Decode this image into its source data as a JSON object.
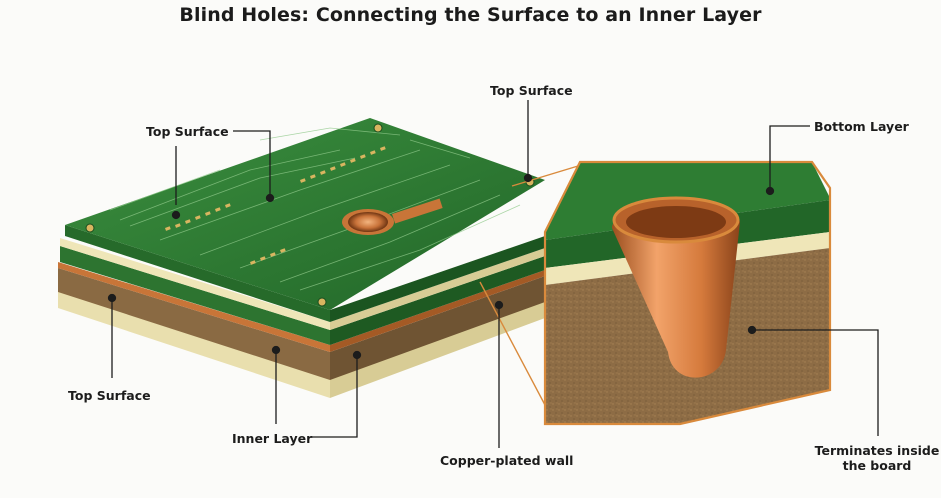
{
  "title": "Blind Holes: Connecting the Surface to an Inner Layer",
  "labels": {
    "top_surface_upper": "Top Surface",
    "top_surface_left": "Top Surface",
    "top_surface_lower": "Top Surface",
    "bottom_layer": "Bottom Layer",
    "inner_layer": "Inner Layer",
    "copper_plated_wall": "Copper-plated wall",
    "terminates_inside": "Terminates inside the board"
  },
  "colors": {
    "solder_mask": "#2e7d33",
    "solder_mask_dark": "#1f5f25",
    "copper": "#c87538",
    "substrate": "#8a6a43",
    "prepreg": "#efe6b8",
    "callout_border": "#d98a3c",
    "leader": "#1c1c1c"
  }
}
